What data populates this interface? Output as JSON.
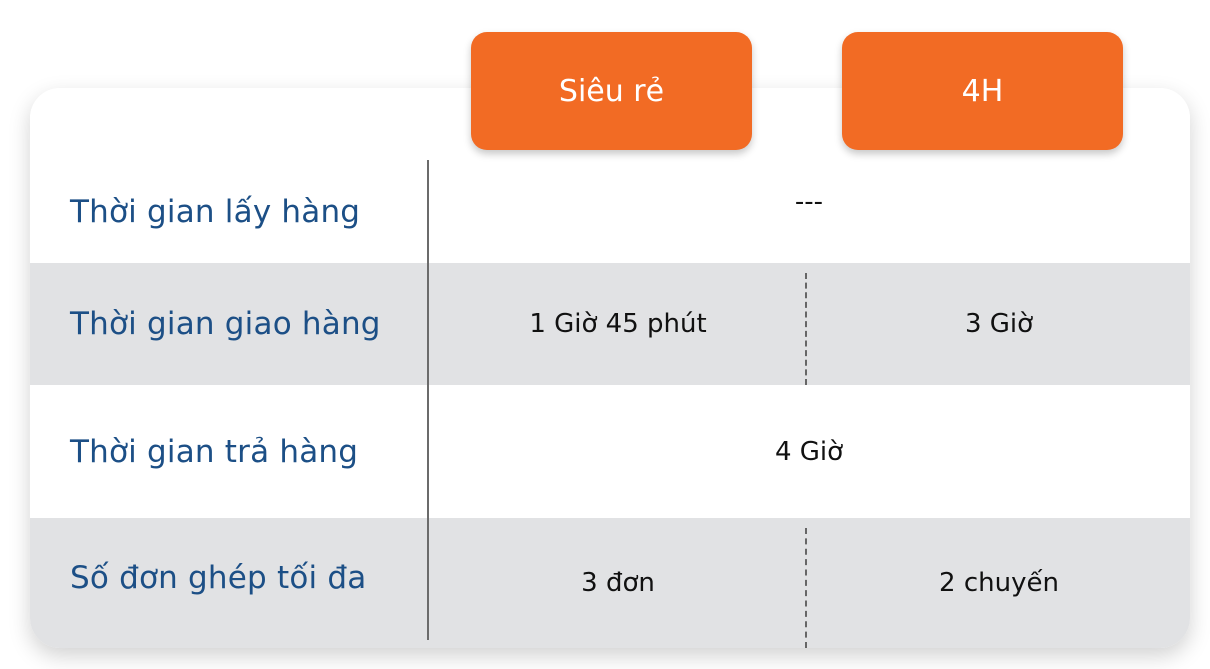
{
  "tabs": {
    "sieu_re": "Siêu rẻ",
    "four_h": "4H"
  },
  "rows": [
    {
      "label": "Thời gian lấy hàng",
      "value": "---"
    },
    {
      "label": "Thời gian giao hàng",
      "sieu_re": "1 Giờ 45 phút",
      "four_h": "3 Giờ"
    },
    {
      "label": "Thời gian trả hàng",
      "value": "4 Giờ"
    },
    {
      "label": "Số đơn ghép tối đa",
      "sieu_re": "3 đơn",
      "four_h": "2 chuyến"
    }
  ],
  "colors": {
    "accent": "#f26b24",
    "label_text": "#1c4f86",
    "stripe": "#e1e2e4"
  }
}
